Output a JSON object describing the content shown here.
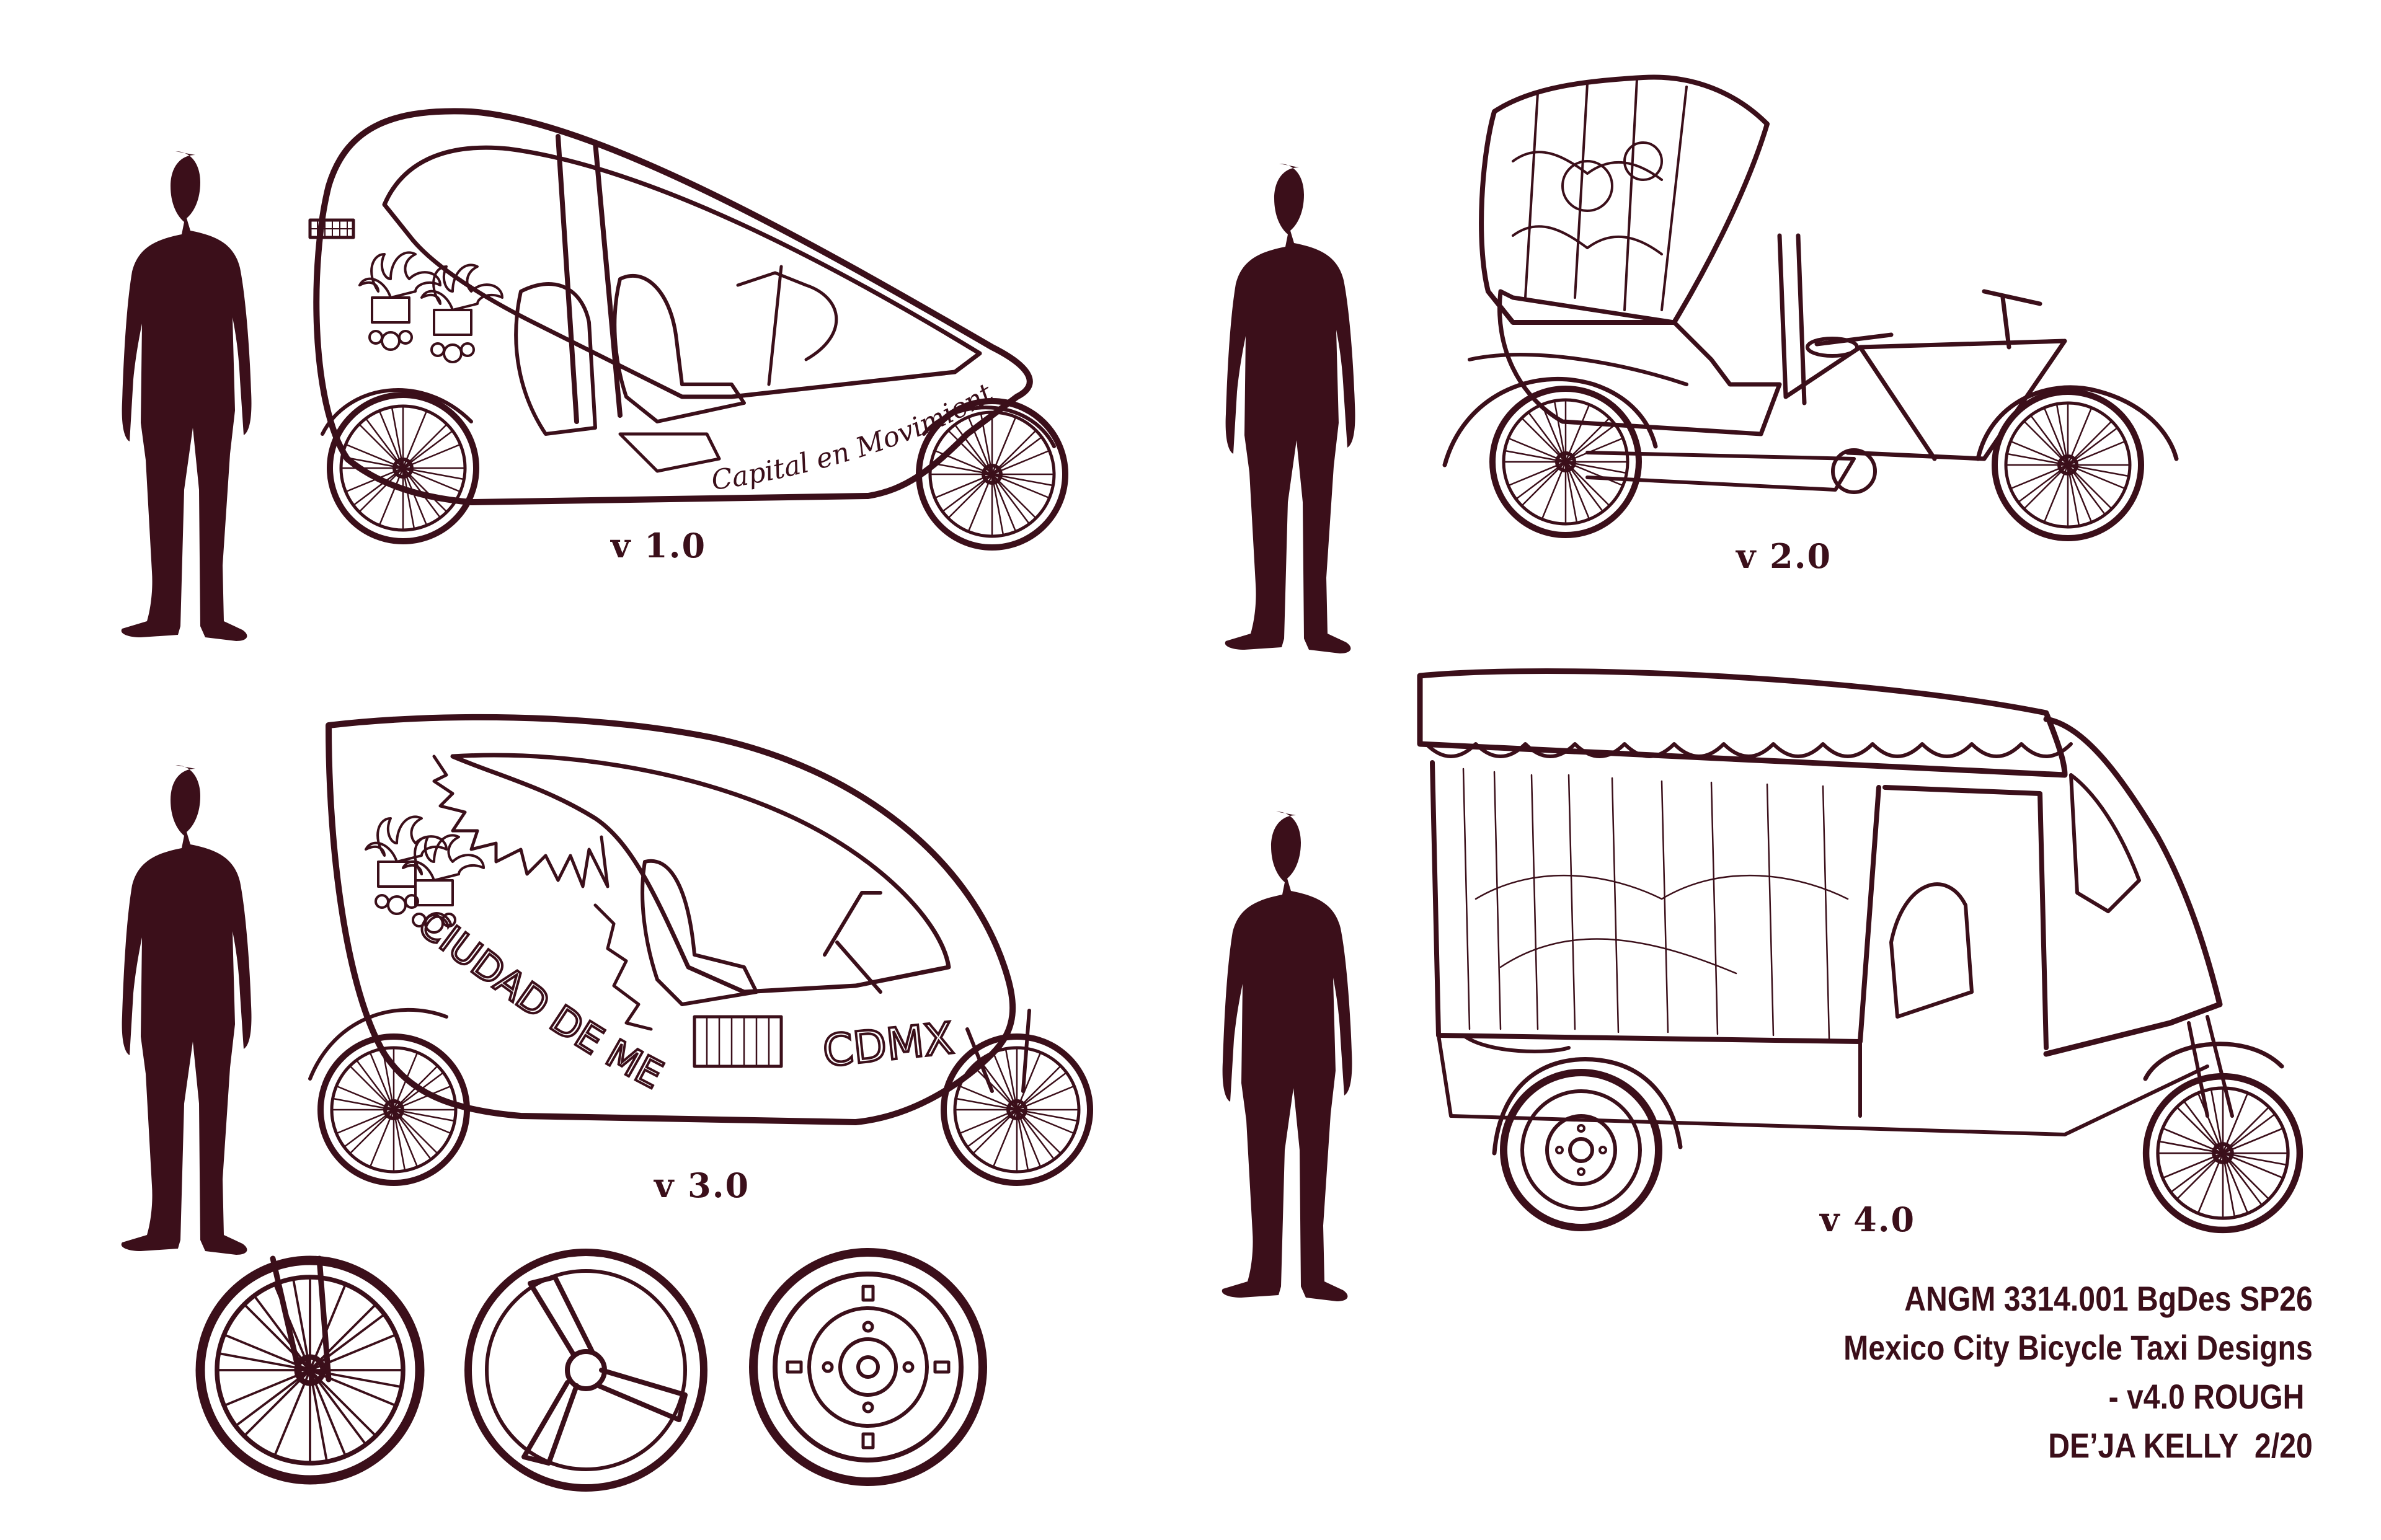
{
  "sheet": {
    "versions": [
      {
        "label": "v 1.0",
        "decal": "Capital en Movimiento"
      },
      {
        "label": "v 2.0"
      },
      {
        "label": "v 3.0",
        "decal_side": "CIUDAD DE MEXICO",
        "decal_tag": "CDMX"
      },
      {
        "label": "v 4.0"
      }
    ],
    "credits": [
      "ANGM 3314.001 BgDes SP26",
      "Mexico City Bicycle Taxi Designs",
      "- v4.0 ROUGH ",
      "DE’JA KELLY  2/20"
    ],
    "ink_color": "#3b0f1a",
    "icons": [
      "human-silhouette-icon",
      "wheel-icon",
      "fan-canopy-icon",
      "flower-emblem-icon"
    ]
  }
}
